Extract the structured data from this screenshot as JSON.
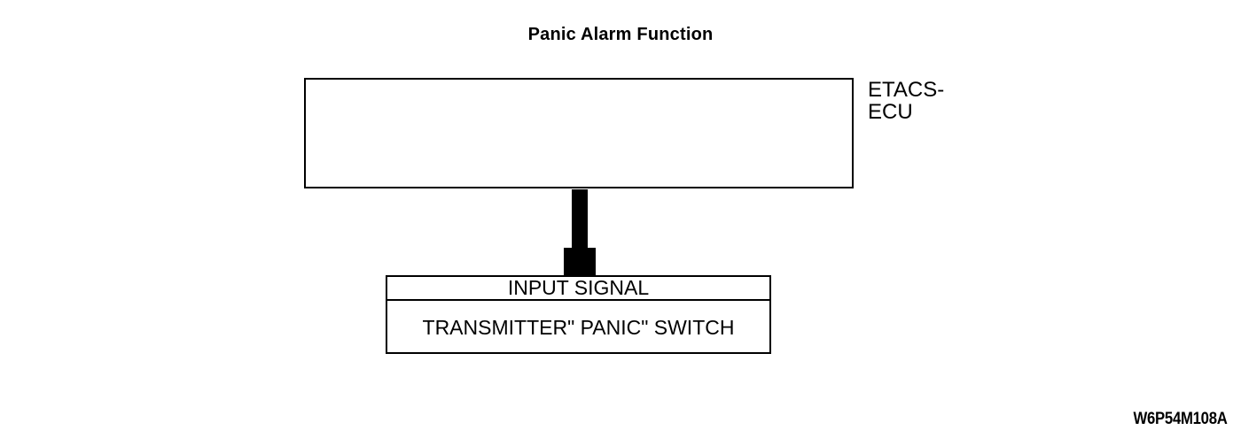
{
  "diagram": {
    "title": "Panic Alarm Function",
    "reference_code": "W6P54M108A",
    "blocks": {
      "ecu": {
        "label_line1": "ETACS-",
        "label_line2": "ECU"
      },
      "input": {
        "header": "INPUT SIGNAL",
        "item": "TRANSMITTER\" PANIC\" SWITCH"
      }
    },
    "arrow": {
      "direction": "up",
      "from": "INPUT SIGNAL",
      "to": "ETACS-ECU"
    },
    "colors": {
      "stroke": "#000000",
      "fill": "#FFFFFF",
      "arrow": "#000000"
    }
  }
}
